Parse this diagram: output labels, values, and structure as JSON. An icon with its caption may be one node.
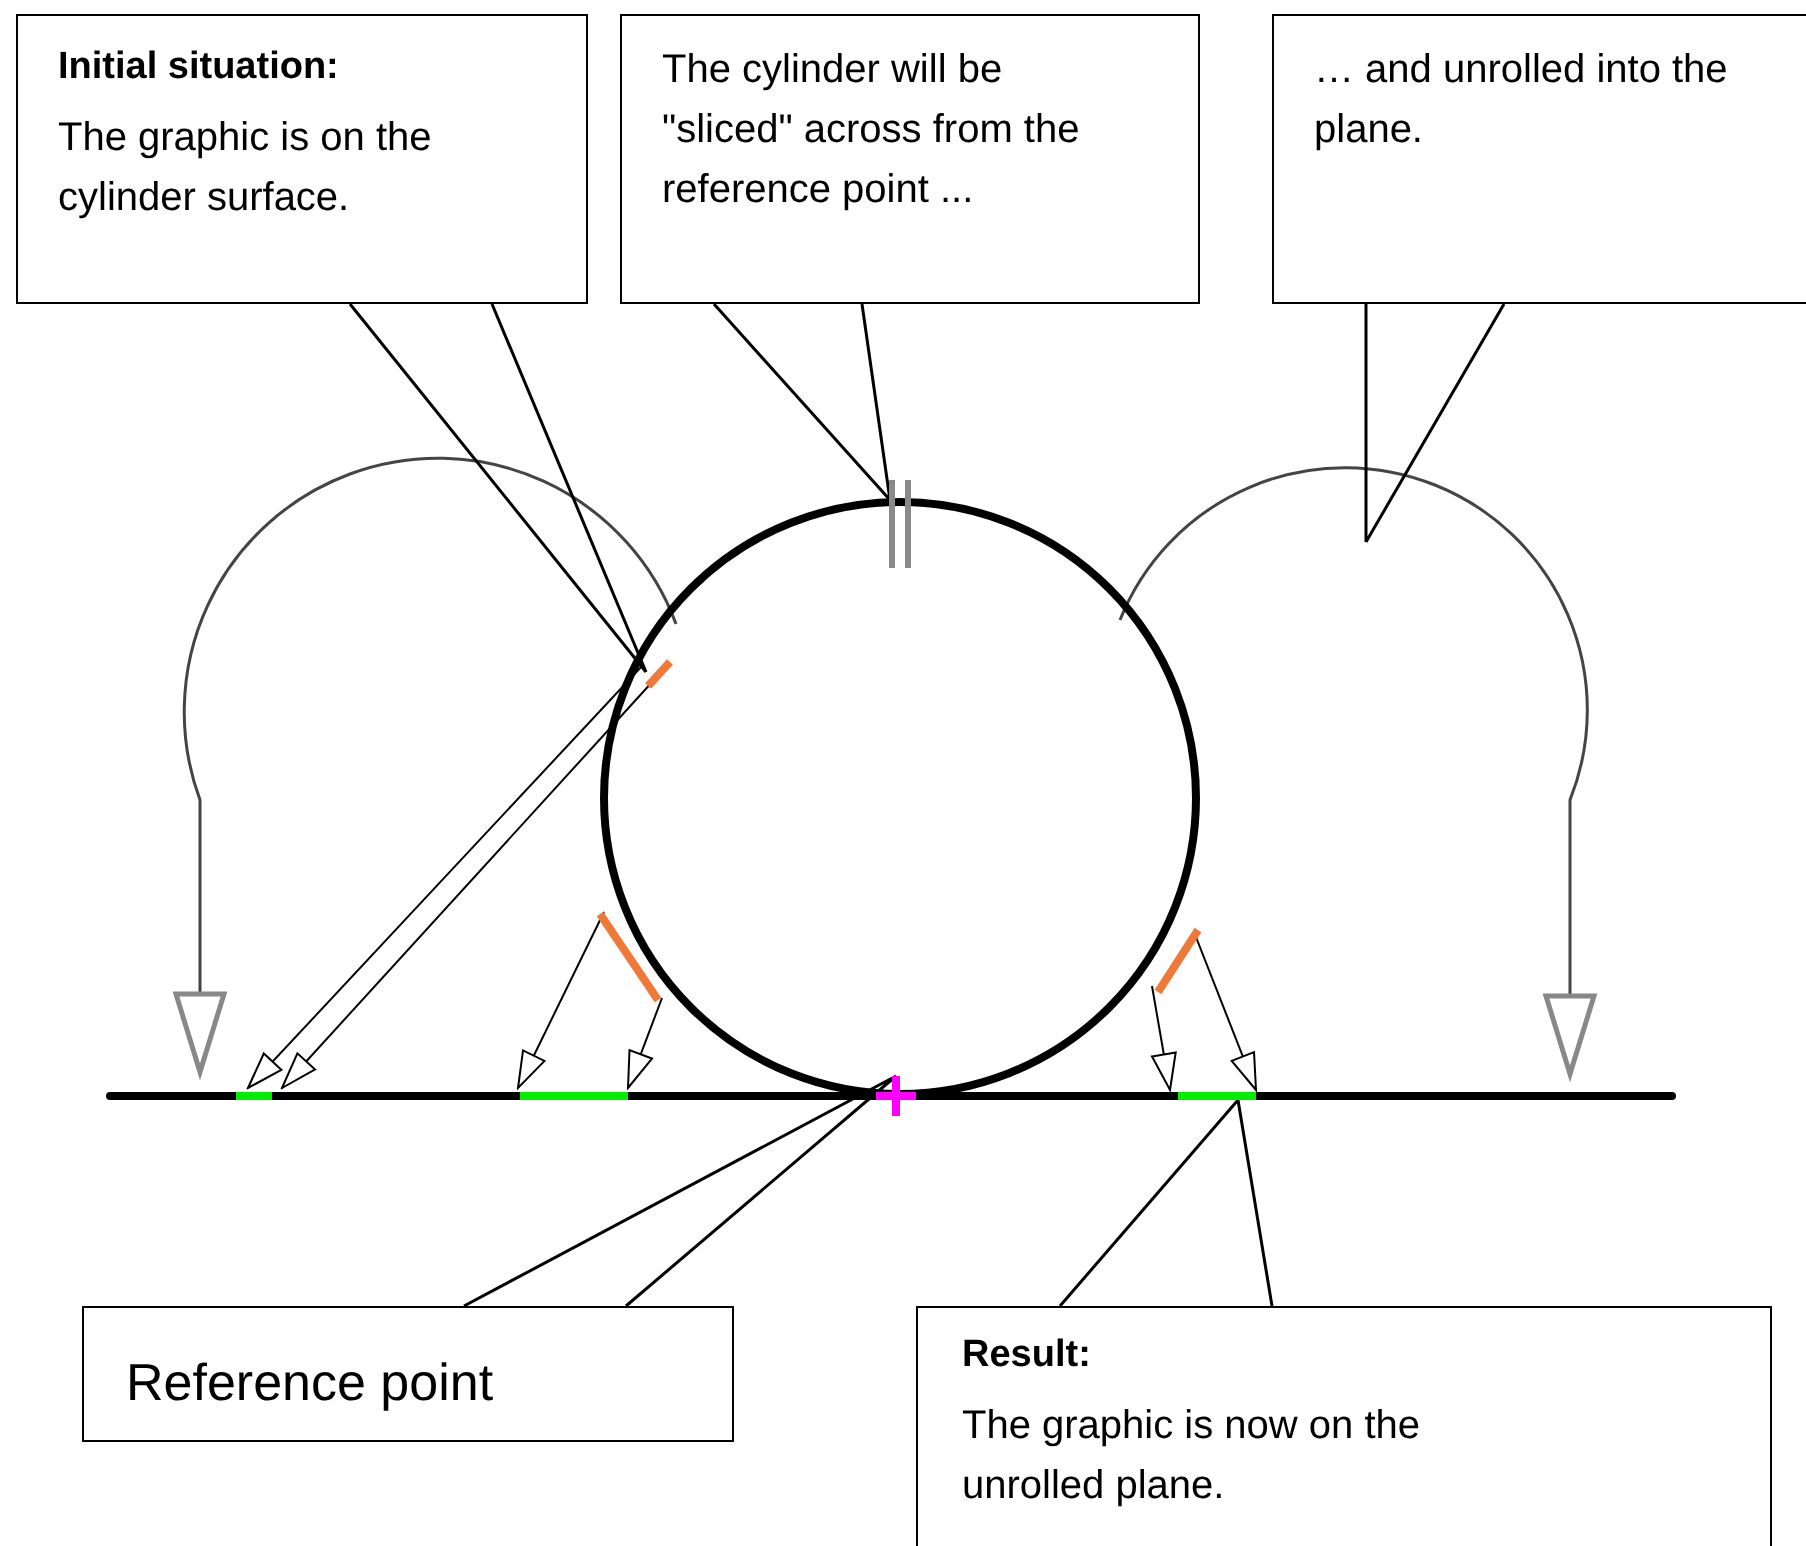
{
  "diagram": {
    "nodes": [
      {
        "text": [
          "Initial situation:",
          "The graphic is on the cylinder surface."
        ]
      },
      {
        "text": [
          "The cylinder will be \"sliced\" across from the reference point ..."
        ]
      },
      {
        "text": [
          "… and unrolled into the plane."
        ]
      },
      {
        "text": [
          "Reference point"
        ]
      },
      {
        "text": [
          "Result:",
          "The graphic is now on the unrolled plane."
        ]
      },
      {
        "text": [],
        "shape": "bar"
      },
      {
        "text": [],
        "shape": "bar"
      },
      {
        "text": [],
        "shape": "cross"
      },
      {
        "text": [],
        "shape": "bar"
      },
      {
        "text": [],
        "shape": "bar"
      },
      {
        "text": [],
        "shape": "bar"
      },
      {
        "text": [],
        "shape": "bar"
      },
      {
        "text": [],
        "shape": "bar"
      }
    ],
    "edges": [
      {
        "from": 0,
        "to": 5,
        "arrow": "none"
      },
      {
        "from": 1,
        "to": 6,
        "arrow": "none"
      },
      {
        "from": 2,
        "to": null,
        "arrow": "none"
      },
      {
        "from": 3,
        "to": 7,
        "arrow": "none"
      },
      {
        "from": 4,
        "to": 8,
        "arrow": "none"
      },
      {
        "from": 5,
        "to": 11,
        "arrow": "to"
      },
      {
        "from": 5,
        "to": 11,
        "arrow": "to"
      },
      {
        "from": 9,
        "to": 12,
        "arrow": "to"
      },
      {
        "from": 9,
        "to": 12,
        "arrow": "to"
      },
      {
        "from": 10,
        "to": 8,
        "arrow": "to"
      },
      {
        "from": 10,
        "to": 8,
        "arrow": "to"
      }
    ]
  }
}
